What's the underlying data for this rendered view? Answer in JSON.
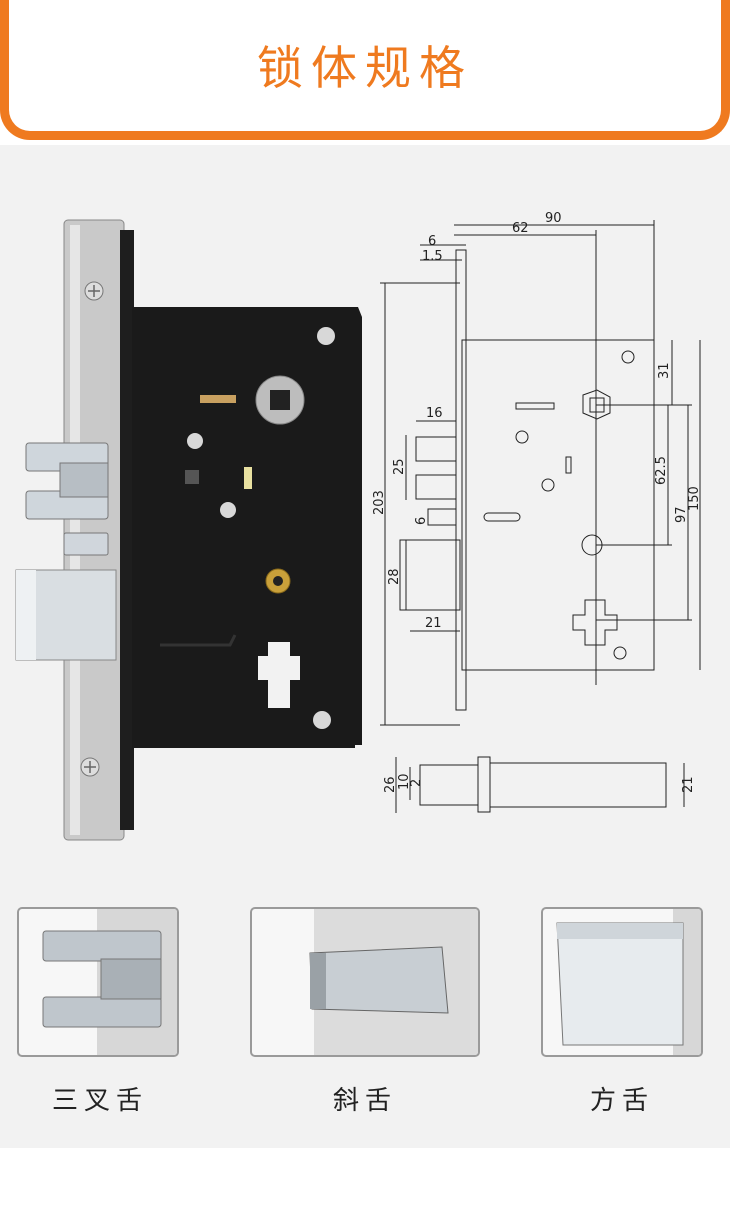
{
  "header": {
    "title": "锁体规格"
  },
  "drawing": {
    "dims": {
      "d90": "90",
      "d62": "62",
      "d6a": "6",
      "d15": "1.5",
      "d16": "16",
      "d25": "25",
      "d203": "203",
      "d6b": "6",
      "d28": "28",
      "d21a": "21",
      "d31": "31",
      "d625": "62.5",
      "d97": "97",
      "d150": "150",
      "d26": "26",
      "d10": "10",
      "d2": "2",
      "d21b": "21"
    }
  },
  "bolt_types": [
    {
      "label": "三叉舌"
    },
    {
      "label": "斜舌"
    },
    {
      "label": "方舌"
    }
  ]
}
